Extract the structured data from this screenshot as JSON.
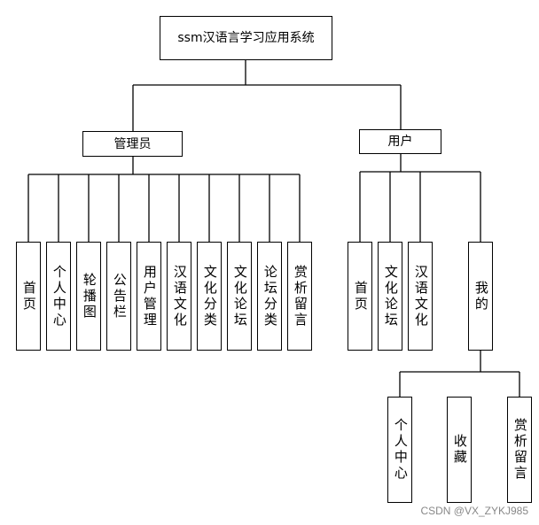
{
  "diagram": {
    "root": {
      "label": "ssm汉语言学习应用系统"
    },
    "admin": {
      "label": "管理员",
      "children": [
        {
          "name": "admin-node-home",
          "label": "首页"
        },
        {
          "name": "admin-node-personal-center",
          "label": "个人中心"
        },
        {
          "name": "admin-node-carousel",
          "label": "轮播图"
        },
        {
          "name": "admin-node-notice-board",
          "label": "公告栏"
        },
        {
          "name": "admin-node-user-management",
          "label": "用户管理"
        },
        {
          "name": "admin-node-chinese-culture",
          "label": "汉语文化"
        },
        {
          "name": "admin-node-culture-category",
          "label": "文化分类"
        },
        {
          "name": "admin-node-culture-forum",
          "label": "文化论坛"
        },
        {
          "name": "admin-node-forum-category",
          "label": "论坛分类"
        },
        {
          "name": "admin-node-appreciation-message",
          "label": "赏析留言"
        }
      ]
    },
    "user": {
      "label": "用户",
      "children": [
        {
          "name": "user-node-home",
          "label": "首页"
        },
        {
          "name": "user-node-culture-forum",
          "label": "文化论坛"
        },
        {
          "name": "user-node-chinese-culture",
          "label": "汉语文化"
        },
        {
          "name": "user-node-mine",
          "label": "我的"
        }
      ]
    },
    "mine": {
      "children": [
        {
          "name": "mine-node-personal-center",
          "label": "个人中心"
        },
        {
          "name": "mine-node-favorites",
          "label": "收藏"
        },
        {
          "name": "mine-node-appreciation-message",
          "label": "赏析留言"
        }
      ]
    }
  },
  "watermark": "CSDN @VX_ZYKJ985"
}
